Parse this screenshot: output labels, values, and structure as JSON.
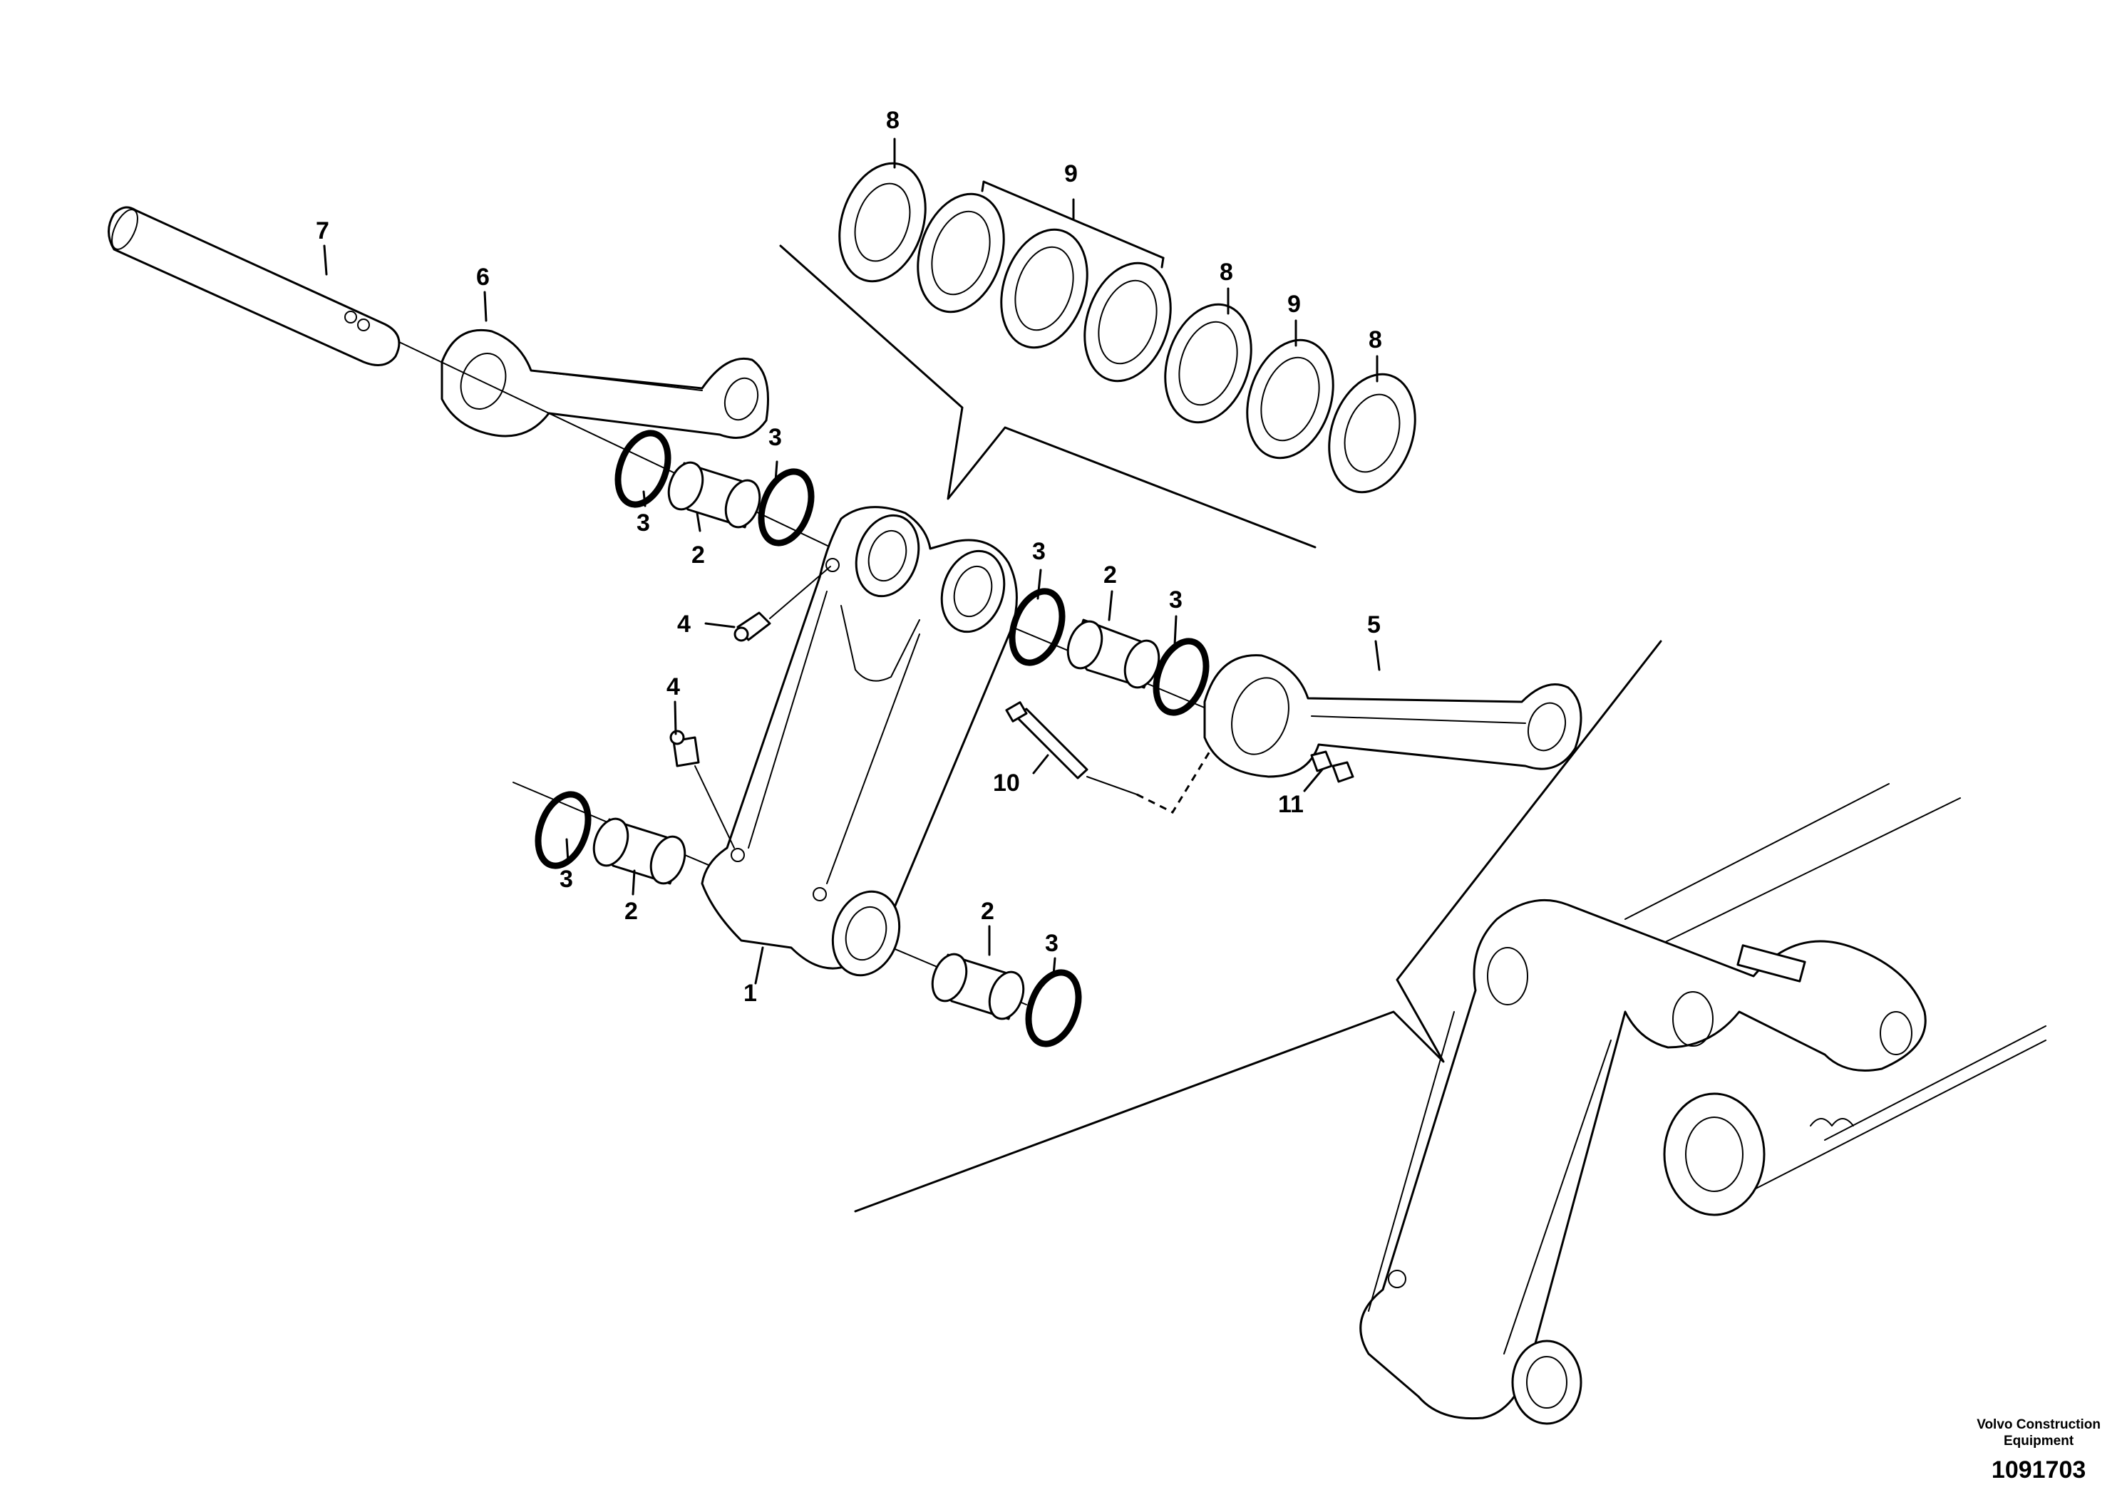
{
  "callouts": {
    "c1": "1",
    "c2a": "2",
    "c2b": "2",
    "c2c": "2",
    "c2d": "2",
    "c3a": "3",
    "c3b": "3",
    "c3c": "3",
    "c3d": "3",
    "c3e": "3",
    "c3f": "3",
    "c4a": "4",
    "c4b": "4",
    "c5": "5",
    "c6": "6",
    "c7": "7",
    "c8a": "8",
    "c8b": "8",
    "c8c": "8",
    "c9a": "9",
    "c9b": "9",
    "c10": "10",
    "c11": "11"
  },
  "footer": {
    "org_line1": "Volvo Construction",
    "org_line2": "Equipment",
    "drawing_number": "1091703"
  }
}
